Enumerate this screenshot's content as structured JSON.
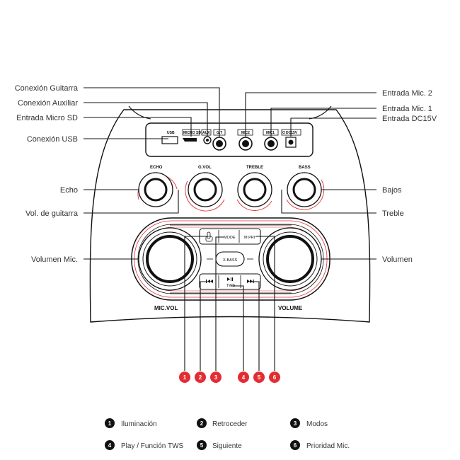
{
  "callouts_left": {
    "guitar": "Conexión Guitarra",
    "aux": "Conexión Auxiliar",
    "microsd": "Entrada Micro SD",
    "usb": "Conexión USB",
    "echo": "Echo",
    "gvol": "Vol. de guitarra",
    "micvol": "Volumen Mic."
  },
  "callouts_right": {
    "mic2": "Entrada Mic. 2",
    "mic1": "Entrada Mic. 1",
    "dc": "Entrada DC15V",
    "bass": "Bajos",
    "treble": "Treble",
    "volume": "Volumen"
  },
  "panel": {
    "usb": "USB",
    "microsd": "MICRO SD",
    "aux": "AUX",
    "gt": "G.T",
    "mic2": "MIC2",
    "mic1": "MIC1",
    "dc": "DC15V",
    "echo": "ECHO",
    "gvol": "G.VOL",
    "treble": "TREBLE",
    "bass": "BASS",
    "mode": "MODE",
    "mpri": "M.PRI",
    "xbass": "X-BASS",
    "tws": "TWS",
    "micvol": "MIC.VOL",
    "volume": "VOLUME"
  },
  "badges": [
    "1",
    "2",
    "3",
    "4",
    "5",
    "6"
  ],
  "legend": [
    {
      "num": "1",
      "label": "Iluminación"
    },
    {
      "num": "2",
      "label": "Retroceder"
    },
    {
      "num": "3",
      "label": "Modos"
    },
    {
      "num": "4",
      "label": "Play / Función TWS"
    },
    {
      "num": "5",
      "label": "Siguiente"
    },
    {
      "num": "6",
      "label": "Prioridad Mic."
    }
  ],
  "colors": {
    "accent": "#e32d32",
    "ink": "#111111",
    "text": "#333333"
  },
  "icons": {
    "light_button": "hand-pointer-icon",
    "prev_button": "previous-track-icon",
    "play_button": "play-pause-icon",
    "next_button": "next-track-icon"
  }
}
